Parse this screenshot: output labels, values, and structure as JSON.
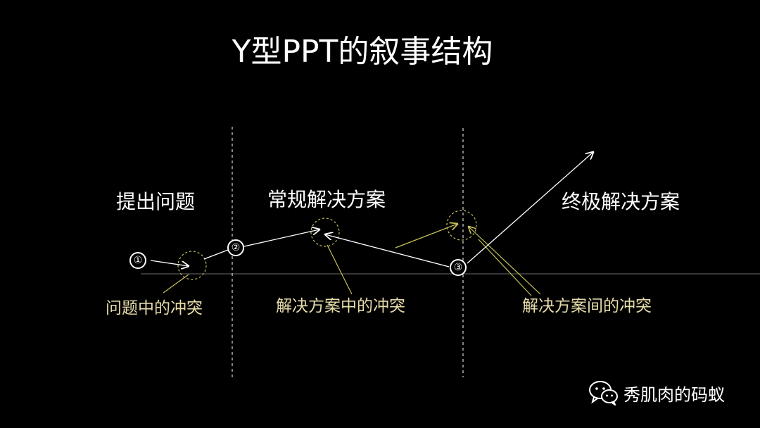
{
  "title": "Y型PPT的叙事结构",
  "sections": [
    {
      "label": "提出问题"
    },
    {
      "label": "常规解决方案"
    },
    {
      "label": "终极解决方案"
    }
  ],
  "conflicts": [
    {
      "label": "问题中的冲突"
    },
    {
      "label": "解决方案中的冲突"
    },
    {
      "label": "解决方案间的冲突"
    }
  ],
  "markers": [
    "①",
    "②",
    "③"
  ],
  "watermark": {
    "text": "秀肌肉的码蚁",
    "icon": "wechat-icon"
  },
  "colors": {
    "background": "#000000",
    "text": "#ffffff",
    "conflict_text": "#e6dcaa",
    "conflict_circle": "#c9c25a",
    "baseline": "#6b6b6b"
  }
}
